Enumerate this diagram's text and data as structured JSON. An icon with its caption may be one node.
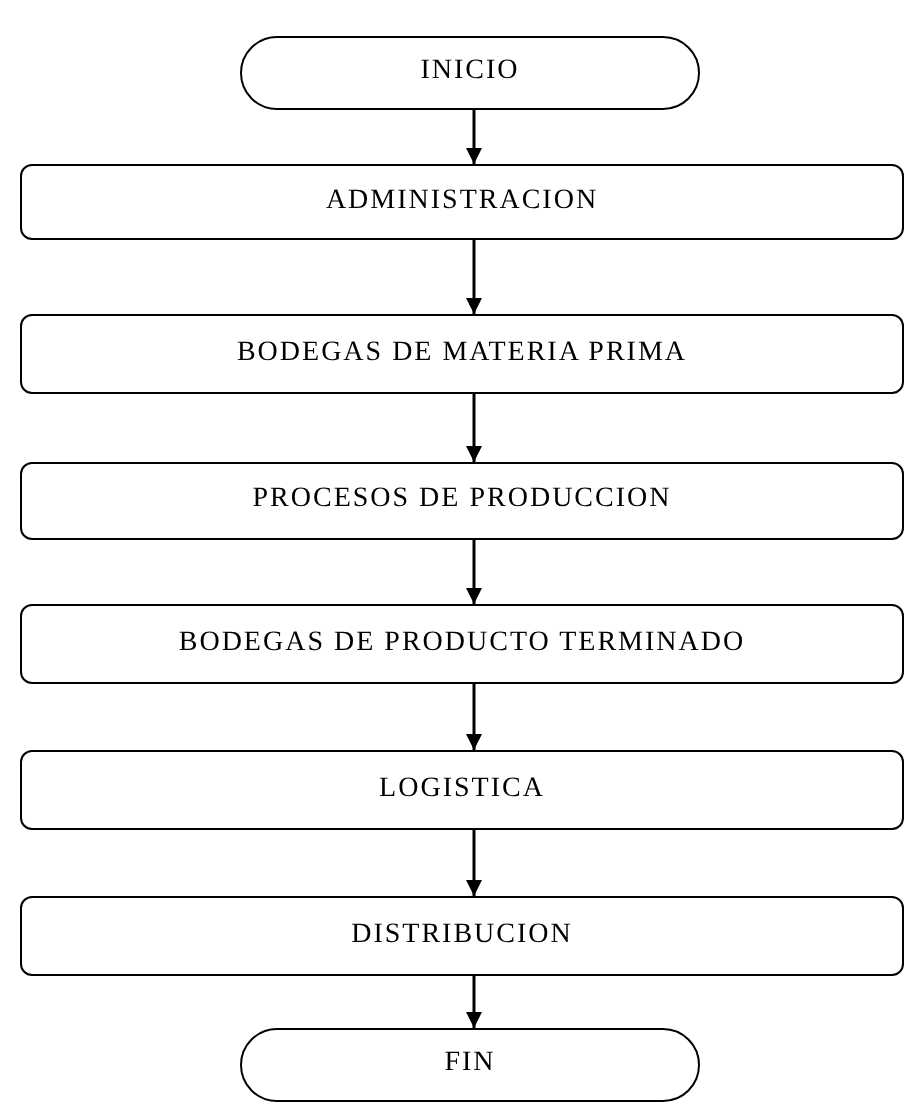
{
  "diagram": {
    "nodes": [
      {
        "text": [
          "INICIO"
        ]
      },
      {
        "text": [
          "ADMINISTRACION"
        ]
      },
      {
        "text": [
          "BODEGAS DE MATERIA PRIMA"
        ]
      },
      {
        "text": [
          "PROCESOS DE PRODUCCION"
        ]
      },
      {
        "text": [
          "BODEGAS DE PRODUCTO TERMINADO"
        ]
      },
      {
        "text": [
          "LOGISTICA"
        ]
      },
      {
        "text": [
          "DISTRIBUCION"
        ]
      },
      {
        "text": [
          "FIN"
        ]
      }
    ],
    "edges": [
      {
        "from": 0,
        "to": 1,
        "arrow": "to"
      },
      {
        "from": 1,
        "to": 2,
        "arrow": "to"
      },
      {
        "from": 2,
        "to": 3,
        "arrow": "to"
      },
      {
        "from": 3,
        "to": 4,
        "arrow": "to"
      },
      {
        "from": 4,
        "to": 5,
        "arrow": "to"
      },
      {
        "from": 5,
        "to": 6,
        "arrow": "to"
      },
      {
        "from": 6,
        "to": 7,
        "arrow": "to"
      }
    ]
  }
}
